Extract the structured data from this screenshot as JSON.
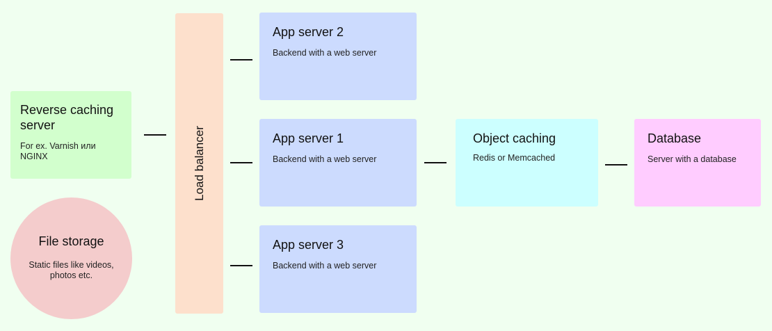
{
  "reverse_cache": {
    "title": "Reverse caching server",
    "desc": "For ex. Varnish или NGINX",
    "color": "#d2ffcd"
  },
  "file_storage": {
    "title": "File storage",
    "desc": "Static files like videos, photos etc.",
    "color": "#f4cccc"
  },
  "load_balancer": {
    "label": "Load balancer",
    "color": "#fde0cc"
  },
  "app_servers": [
    {
      "title": "App server 2",
      "desc": "Backend with a web server"
    },
    {
      "title": "App server 1",
      "desc": "Backend with a web server"
    },
    {
      "title": "App server 3",
      "desc": "Backend with a web server"
    }
  ],
  "object_cache": {
    "title": "Object caching",
    "desc": "Redis or Memcached",
    "color": "#ccffff"
  },
  "database": {
    "title": "Database",
    "desc": "Server with a database",
    "color": "#ffccff"
  },
  "app_server_color": "#ccdbfe"
}
